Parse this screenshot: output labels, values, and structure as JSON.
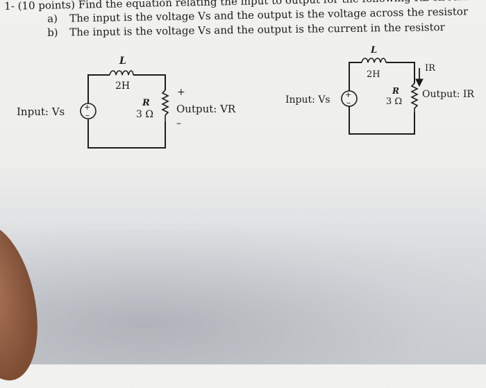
{
  "question": {
    "number": "1-",
    "points": "(10 points)",
    "prompt": "Find the equation relating the input to output for the following RL circuit.",
    "parts": [
      {
        "marker": "a)",
        "text": "The input is the voltage Vs and the output is the voltage across the resistor"
      },
      {
        "marker": "b)",
        "text": "The input is the voltage Vs and the output is the current in the resistor"
      }
    ]
  },
  "circuit_a": {
    "inductor_symbol": "L",
    "inductor_value": "2H",
    "resistor_symbol": "R",
    "resistor_value": "3 Ω",
    "input_label": "Input: Vs",
    "output_label": "Output: VR",
    "plus_sign": "+",
    "minus_sign": "–"
  },
  "circuit_b": {
    "inductor_symbol": "L",
    "inductor_value": "2H",
    "resistor_symbol": "R",
    "resistor_value": "3 Ω",
    "input_label": "Input: Vs",
    "current_label": "IR",
    "output_label": "Output: IR"
  }
}
